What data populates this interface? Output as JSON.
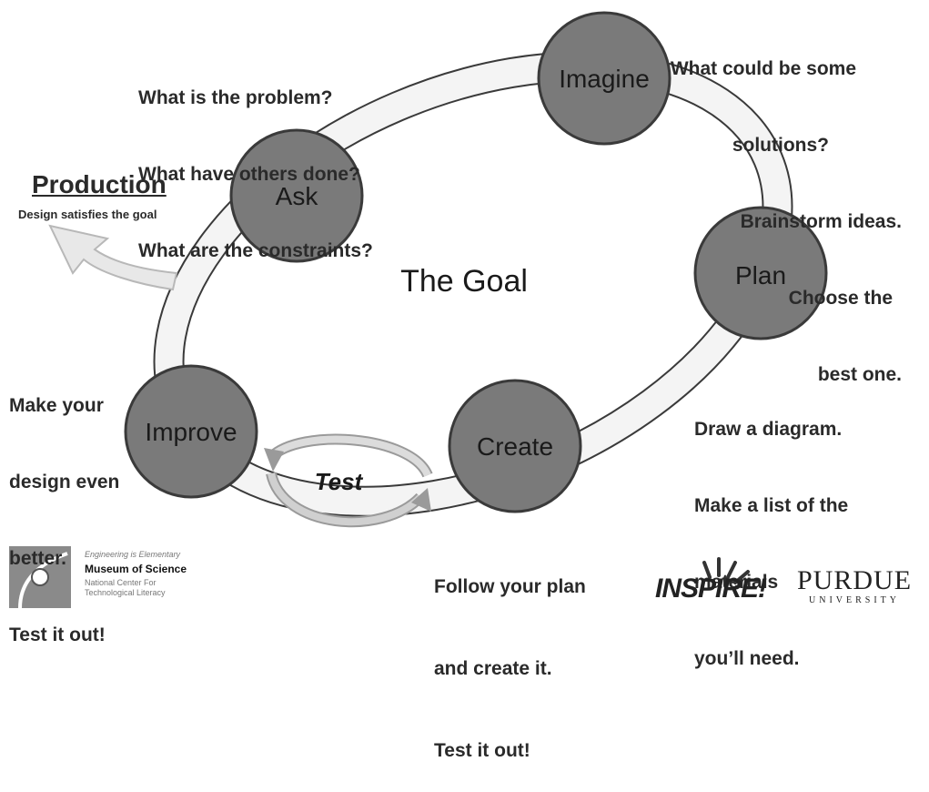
{
  "center_label": "The Goal",
  "steps": [
    {
      "id": "ask",
      "label": "Ask"
    },
    {
      "id": "imagine",
      "label": "Imagine"
    },
    {
      "id": "plan",
      "label": "Plan"
    },
    {
      "id": "create",
      "label": "Create"
    },
    {
      "id": "improve",
      "label": "Improve"
    }
  ],
  "test_label": "Test",
  "notes": {
    "ask": [
      "What is the problem?",
      "What have others done?",
      "What are the constraints?"
    ],
    "imagine": [
      "What could be some",
      "solutions?",
      "Brainstorm ideas.",
      "Choose the",
      "best one."
    ],
    "plan": [
      "Draw a diagram.",
      "Make a list of the",
      "materials",
      "you’ll need."
    ],
    "create": [
      "Follow your plan",
      "and create it.",
      "Test it out!"
    ],
    "improve": [
      "Make your",
      "design even",
      "better.",
      "Test it out!"
    ]
  },
  "production": {
    "title": "Production",
    "subtitle": "Design satisfies the goal"
  },
  "logos": {
    "eie_line1": "Engineering is Elementary",
    "eie_line2": "Museum of Science",
    "eie_line3": "National Center For",
    "eie_line4": "Technological Literacy",
    "inspire": "INSPIRE!",
    "purdue": "PURDUE",
    "purdue_sub": "UNIVERSITY"
  },
  "colors": {
    "circle_fill": "#7a7a7a",
    "circle_stroke": "#3a3a3a",
    "text": "#2a2a2a",
    "arrow_fill": "#e6e6e6"
  }
}
